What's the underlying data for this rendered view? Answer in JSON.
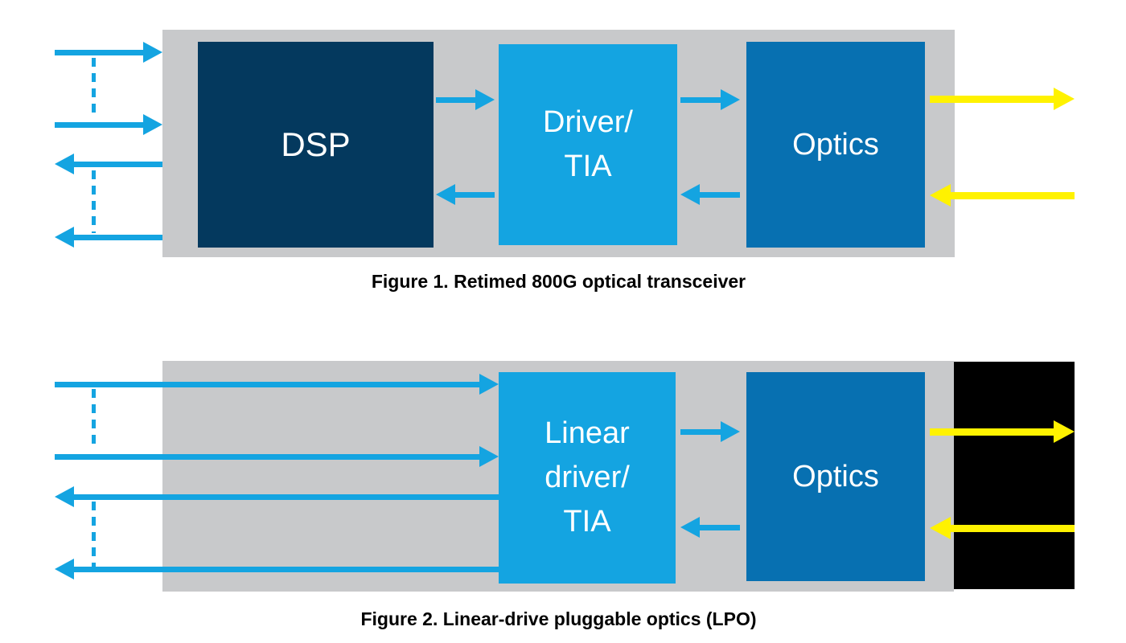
{
  "colors": {
    "background": "#FFFFFF",
    "gray": "#C8C9CB",
    "navy": "#04395E",
    "cyan": "#14A4E1",
    "blue": "#0770B1",
    "yellow": "#FFF200",
    "black": "#000000",
    "text_on_box": "#FFFFFF",
    "caption": "#000000"
  },
  "figure1": {
    "boxes": {
      "dsp": "DSP",
      "driver_tia": "Driver/\nTIA",
      "optics": "Optics"
    },
    "caption": "Figure 1. Retimed 800G optical transceiver"
  },
  "figure2": {
    "boxes": {
      "linear_driver_tia": "Linear\ndriver/\nTIA",
      "optics": "Optics"
    },
    "caption": "Figure 2. Linear-drive pluggable optics (LPO)"
  }
}
